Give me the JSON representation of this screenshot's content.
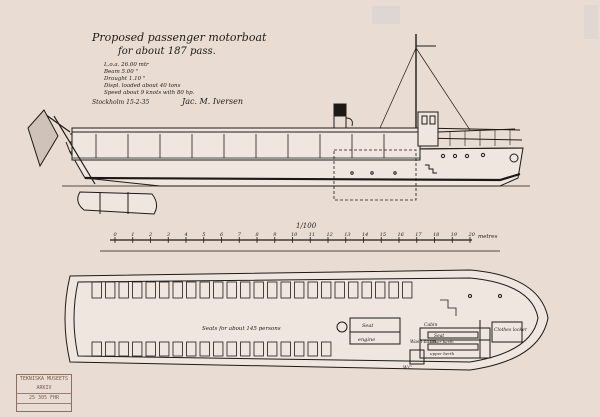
{
  "title_line1": "Proposed passenger motorboat",
  "title_line2": "for about 187 pass.",
  "specs": [
    "L.o.a.            26.00 mtr",
    "Beam               5.00  \"",
    "Draught           1.10  \"",
    "Displ. loaded about 40 tons",
    "Speed about 9 knots with 80 hp."
  ],
  "place_date": "Stockholm 15-2-35",
  "signature": "Jac. M. Iversen",
  "scale_label": "1/100",
  "scale_ticks": [
    "0",
    "1",
    "2",
    "3",
    "4",
    "5",
    "6",
    "7",
    "8",
    "9",
    "10",
    "11",
    "12",
    "13",
    "14",
    "15",
    "16",
    "17",
    "18",
    "19",
    "20"
  ],
  "scale_unit": "metres",
  "plan_labels": {
    "seats_note": "Seats for about 145 persons",
    "seat": "Seat",
    "engine": "engine",
    "wash_basin": "Wash-basin",
    "wc": "W.C.",
    "seat2": "Seat",
    "lower_berth": "lower berth",
    "upper_berth": "upper berth",
    "cabin": "Cabin",
    "clothes_locker": "Clothes locker"
  },
  "stamp_lines": [
    "TEKNISKA MUSEETS ARKIV",
    "25 305 FHR"
  ],
  "colors": {
    "paper": "#e9ddd3",
    "ink": "#1e1a17",
    "hull_dark": "#1b1816",
    "tape": "#d9d2cf"
  }
}
